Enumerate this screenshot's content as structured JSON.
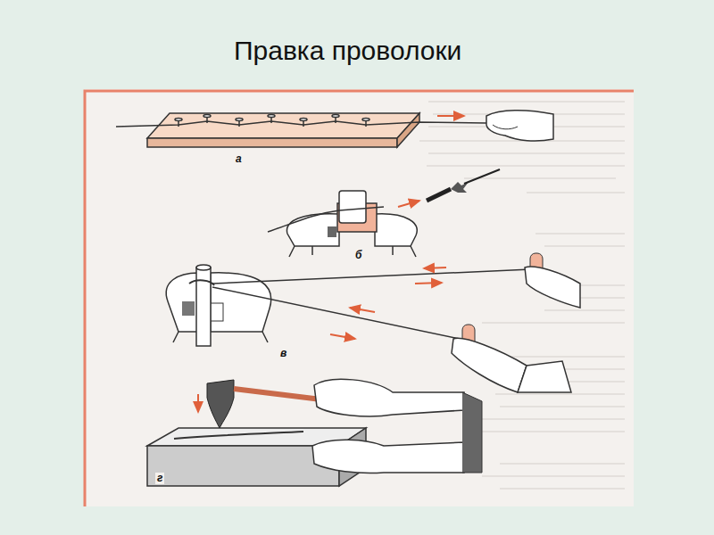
{
  "diagram": {
    "title": "Правка проволоки",
    "labels": [
      "а",
      "б",
      "в",
      "г"
    ]
  }
}
